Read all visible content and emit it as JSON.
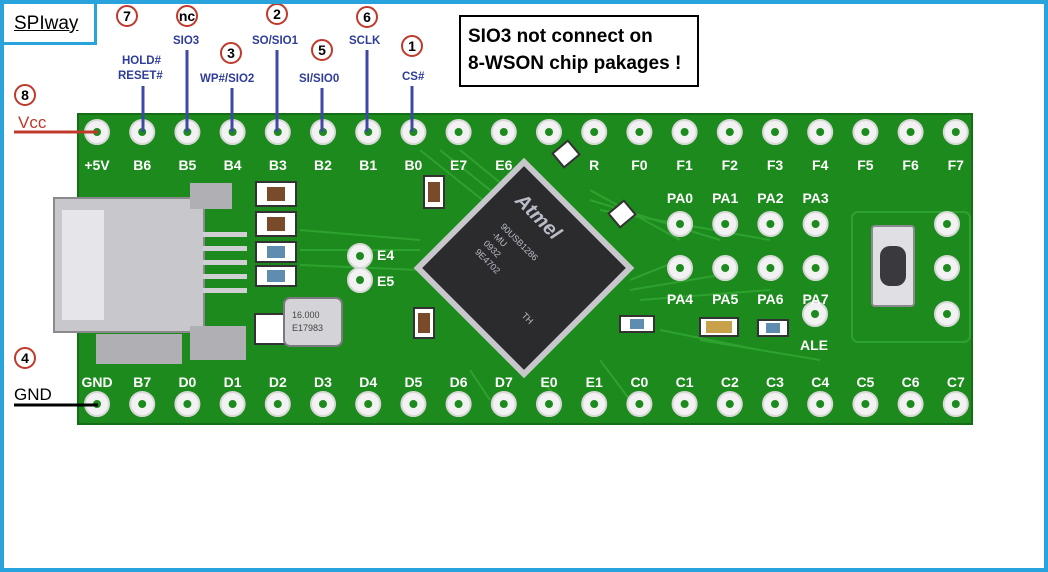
{
  "title": "SPIway",
  "note": {
    "line1": "SIO3 not connect on",
    "line2": "8-WSON chip pakages !"
  },
  "top_pins": [
    "+5V",
    "B6",
    "B5",
    "B4",
    "B3",
    "B2",
    "B1",
    "B0",
    "E7",
    "E6",
    "",
    "R",
    "F0",
    "F1",
    "F2",
    "F3",
    "F4",
    "F5",
    "F6",
    "F7"
  ],
  "bottom_pins": [
    "GND",
    "B7",
    "D0",
    "D1",
    "D2",
    "D3",
    "D4",
    "D5",
    "D6",
    "D7",
    "E0",
    "E1",
    "C0",
    "C1",
    "C2",
    "C3",
    "C4",
    "C5",
    "C6",
    "C7"
  ],
  "pa_row1": [
    "PA0",
    "PA1",
    "PA2",
    "PA3"
  ],
  "pa_row2": [
    "PA4",
    "PA5",
    "PA6",
    "PA7"
  ],
  "side_labels": {
    "e4": "E4",
    "e5": "E5",
    "ale": "ALE"
  },
  "chip": {
    "line1": "90USB1286",
    "line2": "-MU",
    "line3": "0932",
    "line4": "9E4702",
    "line5": "TH"
  },
  "crystal": {
    "line1": "16.000",
    "line2": "E17983"
  },
  "spi": {
    "cs": {
      "num": "1",
      "label": "CS#"
    },
    "so": {
      "num": "2",
      "label": "SO/SIO1"
    },
    "wp": {
      "num": "3",
      "label": "WP#/SIO2"
    },
    "gnd": {
      "num": "4",
      "label": "GND"
    },
    "si": {
      "num": "5",
      "label": "SI/SIO0"
    },
    "sclk": {
      "num": "6",
      "label": "SCLK"
    },
    "hold": {
      "num": "7",
      "label1": "HOLD#",
      "label2": "RESET#"
    },
    "sio3": {
      "num": "nc",
      "label": "SIO3"
    },
    "vcc": {
      "num": "8",
      "label": "Vcc"
    }
  },
  "colors": {
    "frame": "#29a3dc",
    "pcb": "#1d8a1d",
    "wire": "#3f48a6",
    "vcc": "#c0392b",
    "marker": "#c0392b",
    "signal_text": "#2e3d9a"
  }
}
